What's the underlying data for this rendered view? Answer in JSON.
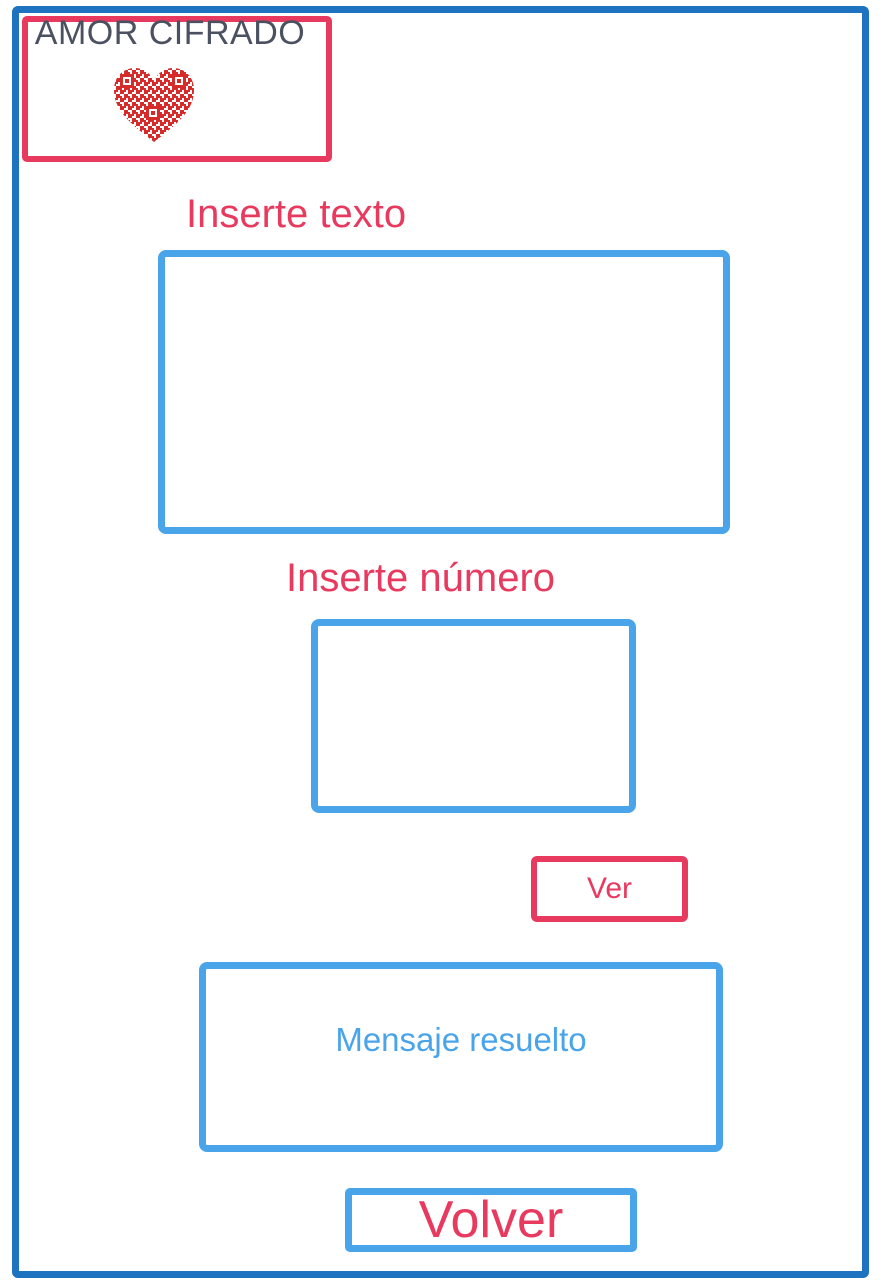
{
  "app": {
    "title": "AMOR CIFRADO",
    "logo_icon": "qr-heart-icon"
  },
  "text_section": {
    "label": "Inserte texto",
    "value": "",
    "placeholder": ""
  },
  "number_section": {
    "label": "Inserte número",
    "value": "",
    "placeholder": ""
  },
  "actions": {
    "view_label": "Ver",
    "back_label": "Volver"
  },
  "result": {
    "label": "Mensaje resuelto"
  },
  "colors": {
    "frame": "#1e73c0",
    "accent_red": "#e8395f",
    "field_blue": "#4aa4ea",
    "title_gray": "#4b5160"
  }
}
